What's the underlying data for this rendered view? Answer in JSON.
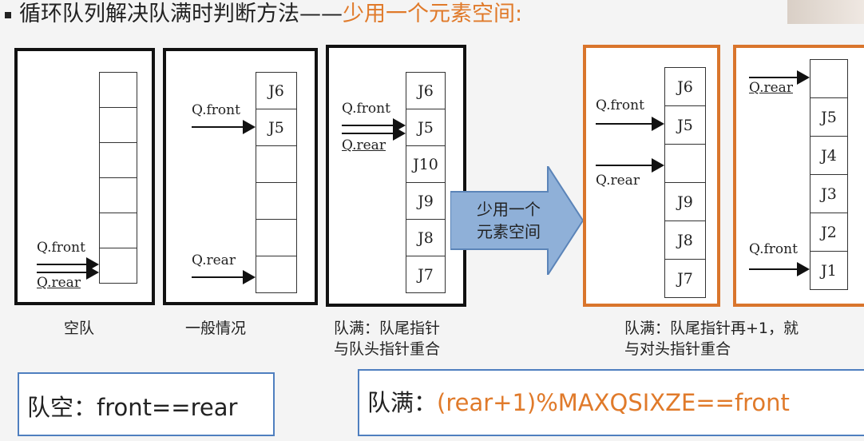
{
  "title": {
    "prefix": "循环队列解决队满时判断方法——",
    "highlight": "少用一个元素空间:"
  },
  "labels": {
    "front": "Q.front",
    "rear": "Q.rear"
  },
  "diagrams": {
    "empty": {
      "cells": [
        "",
        "",
        "",
        "",
        "",
        ""
      ],
      "caption": "空队"
    },
    "general": {
      "cells": [
        "J6",
        "J5",
        "",
        "",
        "",
        ""
      ],
      "caption": "一般情况"
    },
    "full": {
      "cells": [
        "J6",
        "J5",
        "J10",
        "J9",
        "J8",
        "J7"
      ],
      "caption_line1": "队满：队尾指针",
      "caption_line2": "与队头指针重合"
    },
    "spare": {
      "cells": [
        "J6",
        "J5",
        "",
        "J9",
        "J8",
        "J7"
      ]
    },
    "spare2": {
      "cells": [
        "",
        "J5",
        "J4",
        "J3",
        "J2",
        "J1"
      ]
    },
    "spare_caption_line1": "队满：队尾指针再+1，就",
    "spare_caption_line2": "与对头指针重合"
  },
  "big_arrow": {
    "line1": "少用一个",
    "line2": "元素空间"
  },
  "formulas": {
    "empty_prefix": "队空：",
    "empty_expr": "front==rear",
    "full_prefix": "队满：",
    "full_expr": "(rear+1)%MAXQSIXZE==front"
  }
}
